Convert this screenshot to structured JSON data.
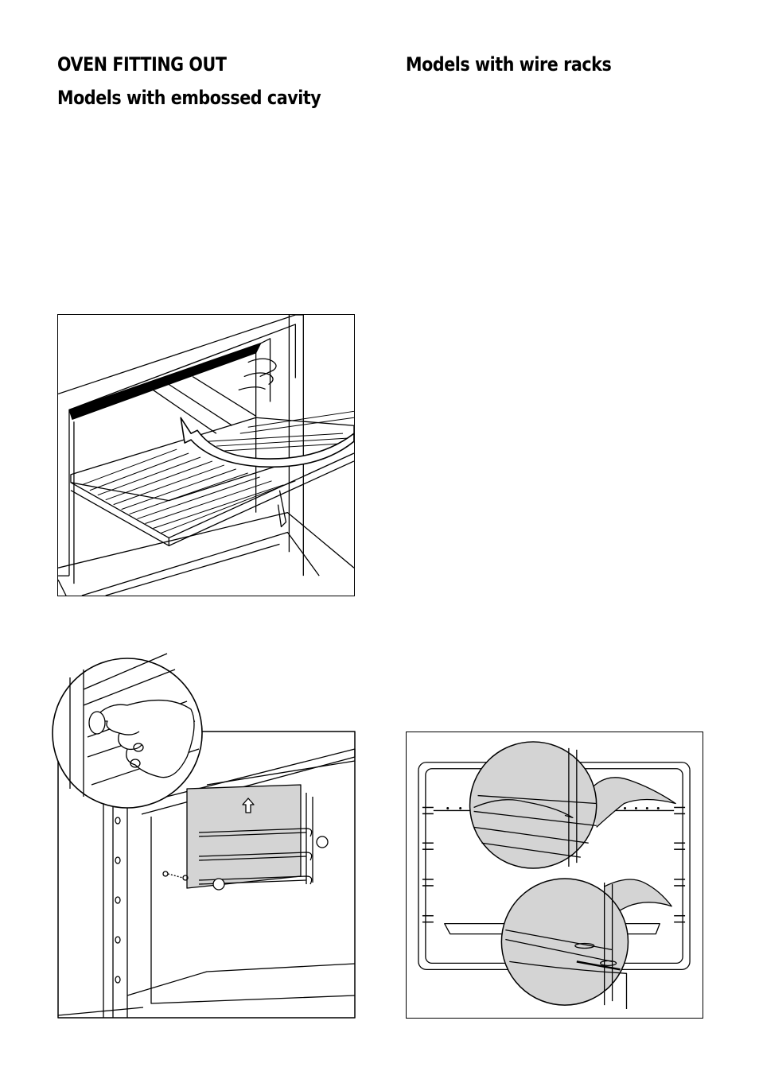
{
  "left_column": {
    "title": "OVEN FITTING OUT",
    "subtitle": "Models with embossed cavity"
  },
  "right_column": {
    "title": "Models with wire racks"
  },
  "figures": [
    {
      "name": "wire-shelf-insertion-illustration",
      "depicts": "wire shelf being slid into oven cavity"
    },
    {
      "name": "side-rack-removal-illustration",
      "depicts": "hand unscrewing ring nut to remove side wire racks"
    },
    {
      "name": "wire-rack-detail-illustration",
      "depicts": "wire racks with magnified details of shelf hooking"
    }
  ]
}
